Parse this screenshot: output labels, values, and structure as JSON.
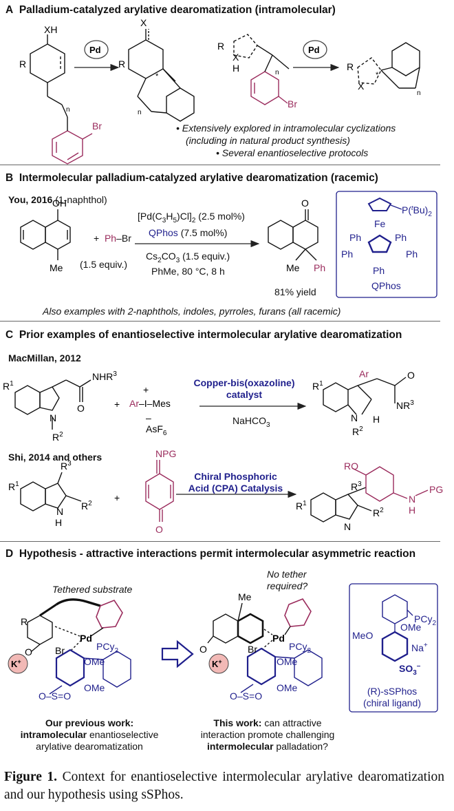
{
  "sections": {
    "A": {
      "letter": "A",
      "title": "Palladium-catalyzed arylative dearomatization (intramolecular)",
      "catalyst": "Pd",
      "notes": [
        "Extensively explored in intramolecular cyclizations",
        "(including in natural product synthesis)",
        "Several enantioselective protocols"
      ]
    },
    "B": {
      "letter": "B",
      "title": "Intermolecular palladium-catalyzed arylative dearomatization (racemic)",
      "ref": "You, 2016",
      "ref_sub": "(1-naphthol)",
      "reagent": "Ph–Br",
      "reagent_equiv": "(1.5 equiv.)",
      "conditions": [
        "[Pd(C3H5)Cl]2 (2.5 mol%)",
        "QPhos (7.5 mol%)",
        "Cs2CO3 (1.5 equiv.)",
        "PhMe, 80 °C, 8 h"
      ],
      "yield": "81% yield",
      "ligand_name": "QPhos",
      "note": "Also examples with 2-naphthols, indoles, pyrroles, furans (all racemic)"
    },
    "C": {
      "letter": "C",
      "title": "Prior examples of enantioselective intermolecular arylative dearomatization",
      "ref1": "MacMillan, 2012",
      "catalyst1": [
        "Copper-bis(oxazoline)",
        "catalyst"
      ],
      "base1": "NaHCO3",
      "ref2": "Shi, 2014 and others",
      "catalyst2": [
        "Chiral Phosphoric",
        "Acid (CPA) Catalysis"
      ]
    },
    "D": {
      "letter": "D",
      "title": "Hypothesis - attractive interactions permit intermolecular asymmetric reaction",
      "tethered": "Tethered substrate",
      "no_tether": [
        "No tether",
        "required?"
      ],
      "prev_work": [
        "Our previous work:",
        "intramolecular",
        "enantioselective",
        "arylative dearomatization"
      ],
      "this_work": [
        "This work:",
        "can attractive",
        "interaction promote challenging",
        "intermolecular",
        "palladation?"
      ],
      "ligand_name": "(R)-sSPhos",
      "ligand_sub": "(chiral ligand)"
    }
  },
  "caption": {
    "label": "Figure 1.",
    "text": "Context for enantioselective intermolecular arylative dearomatization and our hypothesis using sSPhos."
  },
  "colors": {
    "magenta": "#9a2b5c",
    "navy": "#1f1f8c",
    "potassium": "#f2b9b6",
    "rule": "#666666"
  }
}
